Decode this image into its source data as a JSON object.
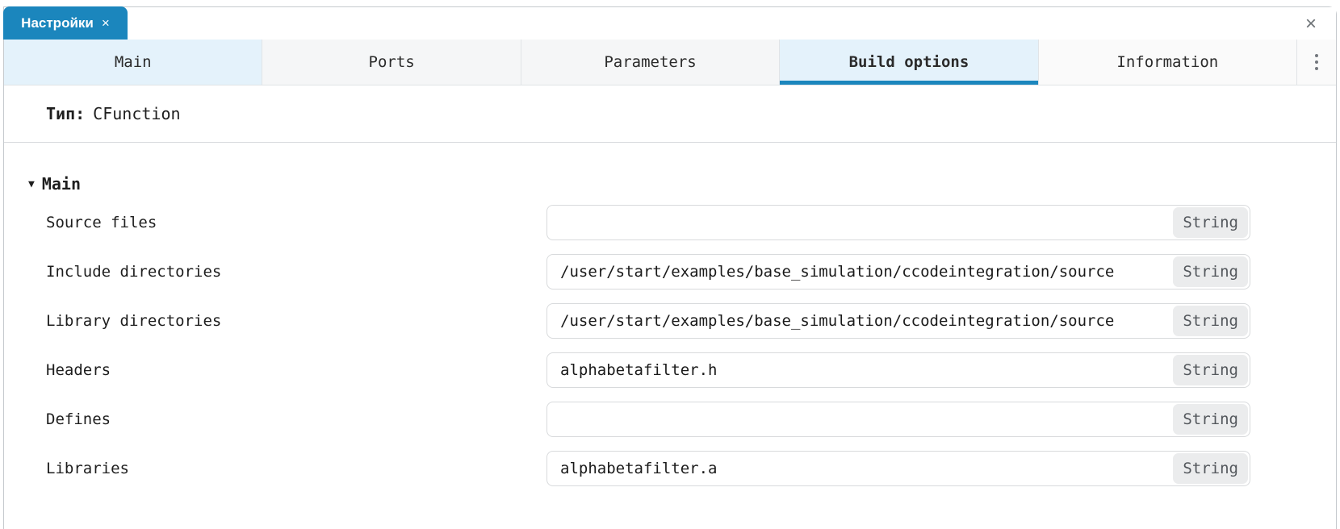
{
  "window": {
    "doc_tab_title": "Настройки",
    "doc_tab_close": "×",
    "close_icon": "×"
  },
  "tabs": [
    {
      "label": "Main"
    },
    {
      "label": "Ports"
    },
    {
      "label": "Parameters"
    },
    {
      "label": "Build options"
    },
    {
      "label": "Information"
    }
  ],
  "active_tab": "Build options",
  "type_row": {
    "label": "Тип:",
    "value": "CFunction"
  },
  "section": {
    "title": "Main",
    "collapsed": false
  },
  "fields": [
    {
      "label": "Source files",
      "value": "",
      "type": "String"
    },
    {
      "label": "Include directories",
      "value": "/user/start/examples/base_simulation/ccodeintegration/source",
      "type": "String"
    },
    {
      "label": "Library directories",
      "value": "/user/start/examples/base_simulation/ccodeintegration/source",
      "type": "String"
    },
    {
      "label": "Headers",
      "value": "alphabetafilter.h",
      "type": "String"
    },
    {
      "label": "Defines",
      "value": "",
      "type": "String"
    },
    {
      "label": "Libraries",
      "value": "alphabetafilter.a",
      "type": "String"
    }
  ],
  "colors": {
    "accent_blue": "#1b86bd",
    "active_tab_bg": "#e4f2fb",
    "tab_bg": "#f5f6f7",
    "badge_bg": "#ebeced",
    "border": "#c6cace"
  }
}
